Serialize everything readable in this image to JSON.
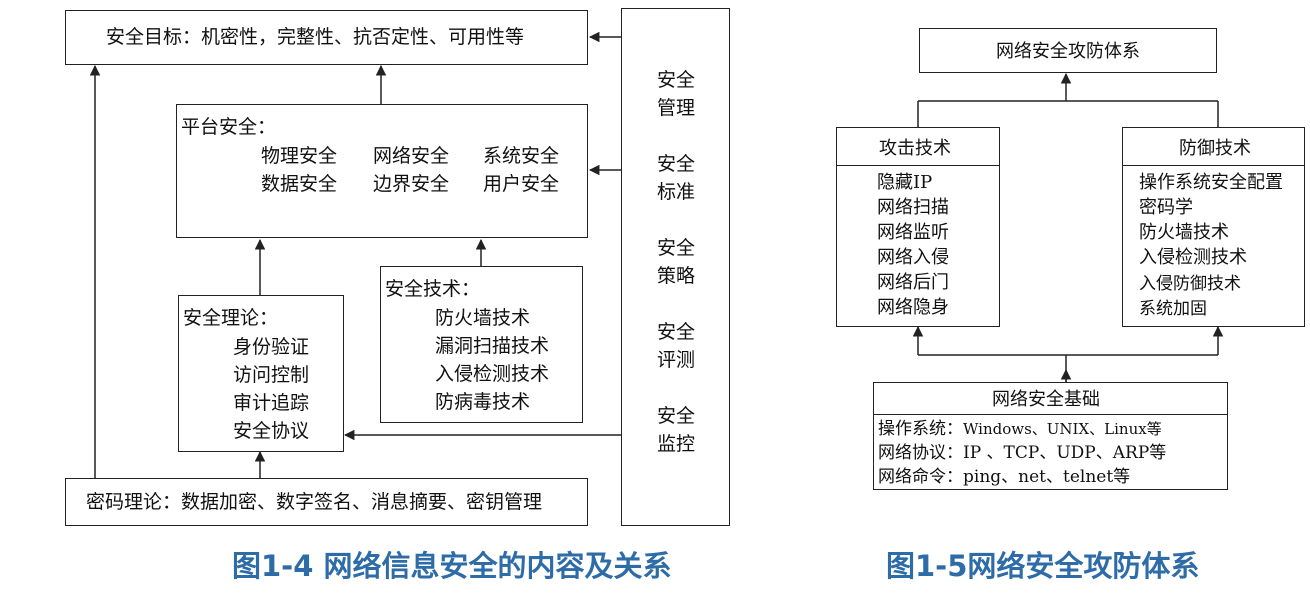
{
  "fig14": {
    "goal": "安全目标：机密性，完整性、抗否定性、可用性等",
    "platform": {
      "title": "平台安全：",
      "row1": [
        "物理安全",
        "网络安全",
        "系统安全"
      ],
      "row2": [
        "数据安全",
        "边界安全",
        "用户安全"
      ]
    },
    "tech": {
      "title": "安全技术：",
      "items": [
        "防火墙技术",
        "漏洞扫描技术",
        "入侵检测技术",
        "防病毒技术"
      ]
    },
    "theory": {
      "title": "安全理论：",
      "items": [
        "身份验证",
        "访问控制",
        "审计追踪",
        "安全协议"
      ]
    },
    "crypto": "密码理论：数据加密、数字签名、消息摘要、密钥管理",
    "management": [
      [
        "安全",
        "管理"
      ],
      [
        "安全",
        "标准"
      ],
      [
        "安全",
        "策略"
      ],
      [
        "安全",
        "评测"
      ],
      [
        "安全",
        "监控"
      ]
    ],
    "caption": "图1-4 网络信息安全的内容及关系"
  },
  "fig15": {
    "top": "网络安全攻防体系",
    "attack": {
      "title": "攻击技术",
      "items": [
        "隐藏IP",
        "网络扫描",
        "网络监听",
        "网络入侵",
        "网络后门",
        "网络隐身"
      ]
    },
    "defense": {
      "title": "防御技术",
      "items": [
        "操作系统安全配置",
        "密码学",
        "防火墙技术",
        "入侵检测技术",
        "入侵防御技术",
        "系统加固"
      ]
    },
    "base": {
      "title": "网络安全基础",
      "os_label": "操作系统：",
      "os_value": "Windows、UNIX、Linux等",
      "protocol_label": "网络协议：",
      "protocol_value": "IP 、TCP、UDP、ARP等",
      "command_label": "网络命令：",
      "command_value": "ping、net、telnet等"
    },
    "caption": "图1-5网络安全攻防体系"
  },
  "colors": {
    "caption": "#2e6ca8",
    "line": "#222222"
  }
}
